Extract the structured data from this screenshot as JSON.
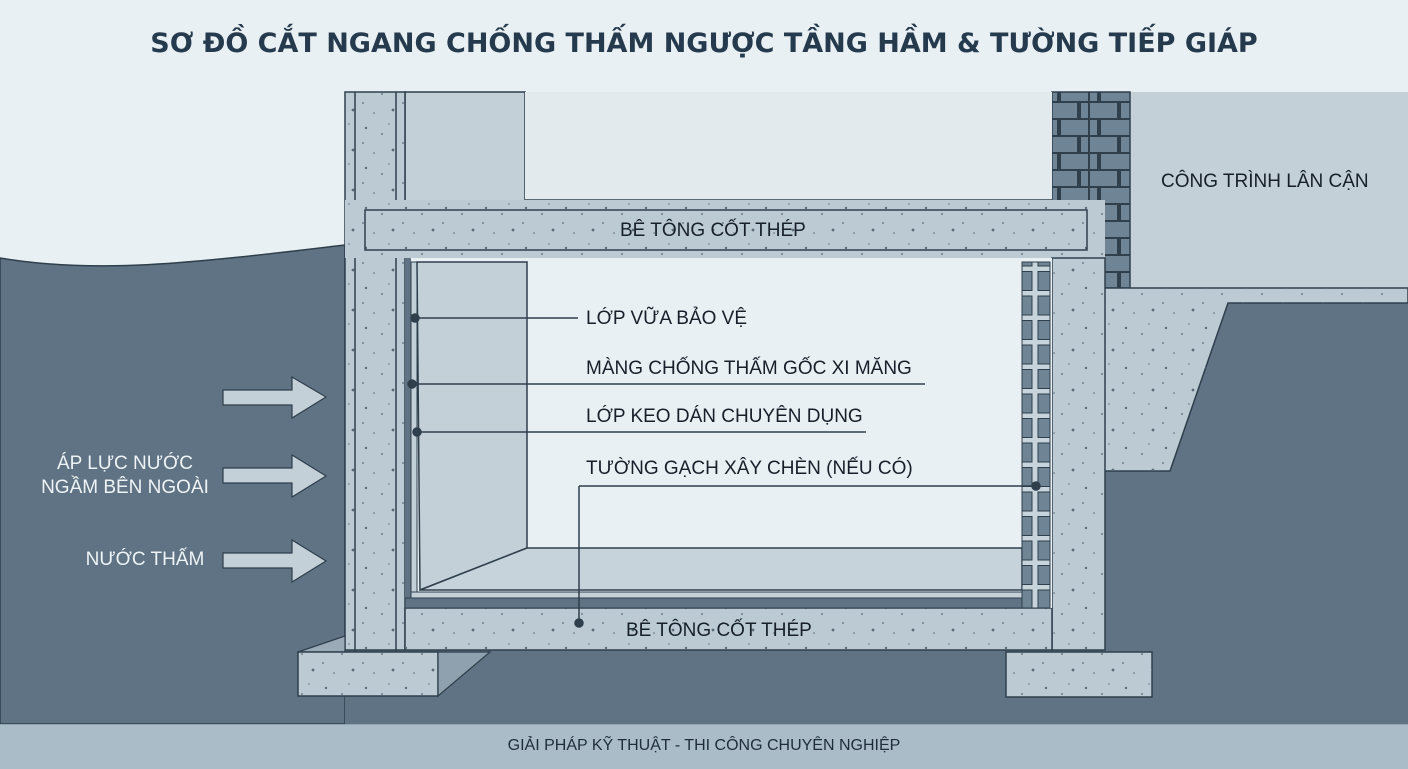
{
  "title": "SƠ ĐỒ CẮT NGANG CHỐNG THẤM NGƯỢC TẦNG HẦM & TƯỜNG TIẾP GIÁP",
  "labels": {
    "top_slab": "BÊ TÔNG CỐT THÉP",
    "bottom_slab": "BÊ TÔNG CỐT THÉP",
    "neighbor": "CÔNG TRÌNH LÂN CẬN",
    "water_pressure": [
      "ÁP LỰC NƯỚC",
      "NGẦM BÊN NGOÀI"
    ],
    "seepage": "NƯỚC THẤM"
  },
  "layers": [
    {
      "label": "LỚP VỮA BẢO VỆ"
    },
    {
      "label": "MÀNG CHỐNG THẤM GỐC XI MĂNG"
    },
    {
      "label": "LỚP KEO DÁN CHUYÊN DỤNG"
    },
    {
      "label": "TƯỜNG GẠCH XÂY CHÈN (NẾU CÓ)"
    }
  ],
  "footer": "GIẢI PHÁP KỸ THUẬT - THI CÔNG CHUYÊN NGHIỆP",
  "colors": {
    "background": "#e8f0f3",
    "soil": "#5f7384",
    "concrete": "#bccad3",
    "brick": "#6f8494",
    "title": "#253a4d",
    "footer": "#a9bcc8"
  }
}
